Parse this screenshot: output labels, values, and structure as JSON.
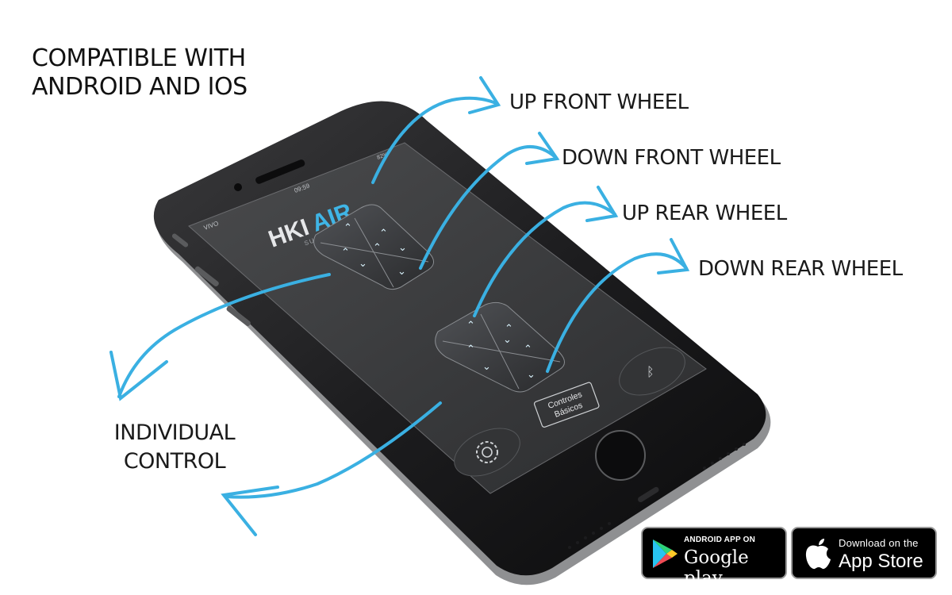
{
  "headline": [
    "COMPATIBLE WITH",
    "ANDROID AND IOS"
  ],
  "callouts": {
    "up_front": "UP FRONT WHEEL",
    "down_front": "DOWN FRONT WHEEL",
    "up_rear": "UP REAR WHEEL",
    "down_rear": "DOWN REAR WHEEL",
    "individual": [
      "INDIVIDUAL",
      "CONTROL"
    ]
  },
  "phone": {
    "status": {
      "carrier": "VIVO",
      "time": "09:59",
      "battery": "82%"
    },
    "logo": {
      "brand_left": "HKI",
      "brand_right": "AIR",
      "tagline": "SUSPENSION"
    },
    "basic_controls": [
      "Controles",
      "Básicos"
    ],
    "icons": {
      "gear": "gear-icon",
      "bluetooth": "bluetooth-icon",
      "home": "home-button"
    }
  },
  "badges": {
    "google": {
      "small": "ANDROID APP ON",
      "big": "Google play"
    },
    "apple": {
      "small": "Download on the",
      "big": "App Store"
    }
  },
  "colors": {
    "arrow": "#3ab0e2",
    "phone_body": "#1c1c1e",
    "screen": "#3a3b3d",
    "accent": "#3fb5e6"
  }
}
